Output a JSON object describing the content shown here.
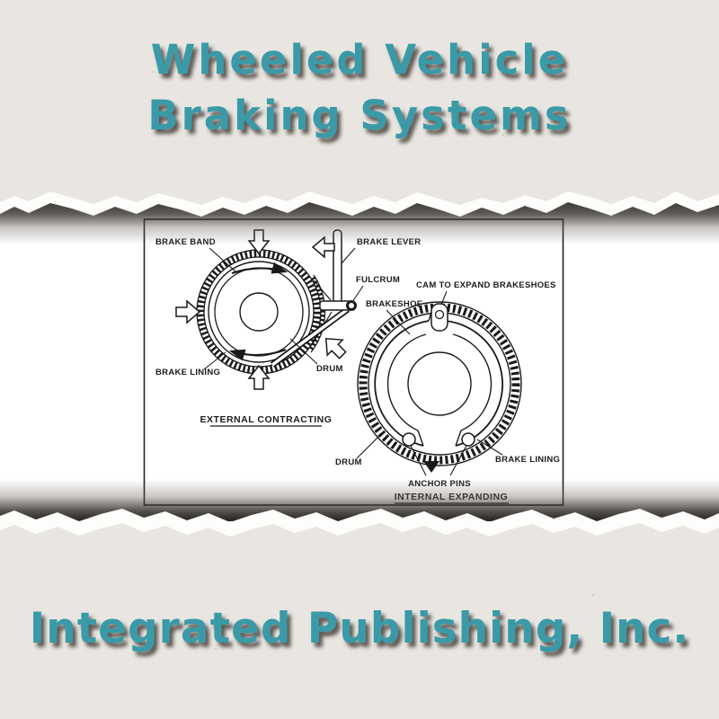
{
  "page": {
    "colors": {
      "background_color": "#e9e6e1",
      "accent_color": "#3a9aa8",
      "shadow_color": "#5d554f",
      "ink_color": "#1c1c1c"
    }
  },
  "title": {
    "line1": "Wheeled Vehicle",
    "line2": "Braking Systems"
  },
  "footer": {
    "company_name": "Integrated Publishing, Inc."
  },
  "figure": {
    "external": {
      "caption": "EXTERNAL CONTRACTING",
      "labels": {
        "brake_band": "BRAKE BAND",
        "brake_lever": "BRAKE LEVER",
        "fulcrum": "FULCRUM",
        "brake_lining": "BRAKE LINING",
        "drum": "DRUM"
      }
    },
    "internal": {
      "caption": "INTERNAL EXPANDING",
      "labels": {
        "cam": "CAM TO EXPAND BRAKESHOES",
        "brakeshoe": "BRAKESHOE",
        "drum": "DRUM",
        "anchor_pins": "ANCHOR PINS",
        "brake_lining": "BRAKE LINING"
      }
    }
  }
}
